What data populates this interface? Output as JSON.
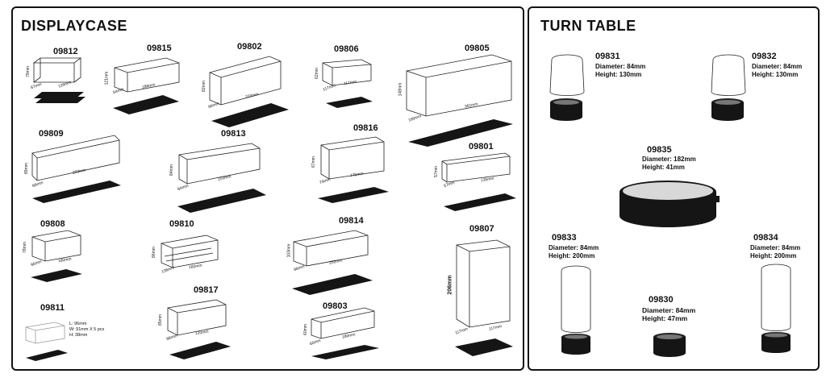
{
  "displaycase": {
    "title": "DISPLAYCASE",
    "items": [
      {
        "code": "09812",
        "dims": [
          "79mm",
          "87mm",
          "126mm"
        ]
      },
      {
        "code": "09815",
        "dims": [
          "121mm",
          "64mm",
          "186mm"
        ]
      },
      {
        "code": "09802",
        "dims": [
          "82mm",
          "96mm",
          "203mm"
        ]
      },
      {
        "code": "09806",
        "dims": [
          "62mm",
          "117mm",
          "117mm"
        ]
      },
      {
        "code": "09805",
        "dims": [
          "148mm",
          "160mm",
          "361mm"
        ]
      },
      {
        "code": "09809",
        "dims": [
          "89mm",
          "89mm",
          "203mm"
        ]
      },
      {
        "code": "09813",
        "dims": [
          "84mm",
          "84mm",
          "203mm"
        ]
      },
      {
        "code": "09816",
        "dims": [
          "67mm",
          "79mm",
          "175mm"
        ]
      },
      {
        "code": "09801",
        "dims": [
          "57mm",
          "57mm",
          "135mm"
        ]
      },
      {
        "code": "09808",
        "dims": [
          "78mm",
          "96mm",
          "160mm"
        ]
      },
      {
        "code": "09810",
        "dims": [
          "86mm",
          "136mm",
          "160mm"
        ]
      },
      {
        "code": "09814",
        "dims": [
          "103mm",
          "98mm",
          "252mm"
        ]
      },
      {
        "code": "09807",
        "dims": [
          "206mm",
          "117mm",
          "117mm"
        ]
      },
      {
        "code": "09811",
        "spec": [
          "L: 96mm",
          "W: 91mm X 5 pcs",
          "H: 38mm"
        ]
      },
      {
        "code": "09817",
        "dims": [
          "85mm",
          "98mm",
          "120mm"
        ]
      },
      {
        "code": "09803",
        "dims": [
          "60mm",
          "60mm",
          "180mm"
        ]
      }
    ]
  },
  "turntable": {
    "title": "TURN TABLE",
    "items": [
      {
        "code": "09831",
        "lines": [
          "Diameter: 84mm",
          "Height: 130mm"
        ]
      },
      {
        "code": "09832",
        "lines": [
          "Diameter: 84mm",
          "Height: 130mm"
        ]
      },
      {
        "code": "09835",
        "lines": [
          "Diameter: 182mm",
          "Height: 41mm"
        ]
      },
      {
        "code": "09833",
        "lines": [
          "Diameter: 84mm",
          "Height: 200mm"
        ]
      },
      {
        "code": "09834",
        "lines": [
          "Diameter: 84mm",
          "Height: 200mm"
        ]
      },
      {
        "code": "09830",
        "lines": [
          "Diameter: 84mm",
          "Height: 47mm"
        ]
      }
    ]
  }
}
